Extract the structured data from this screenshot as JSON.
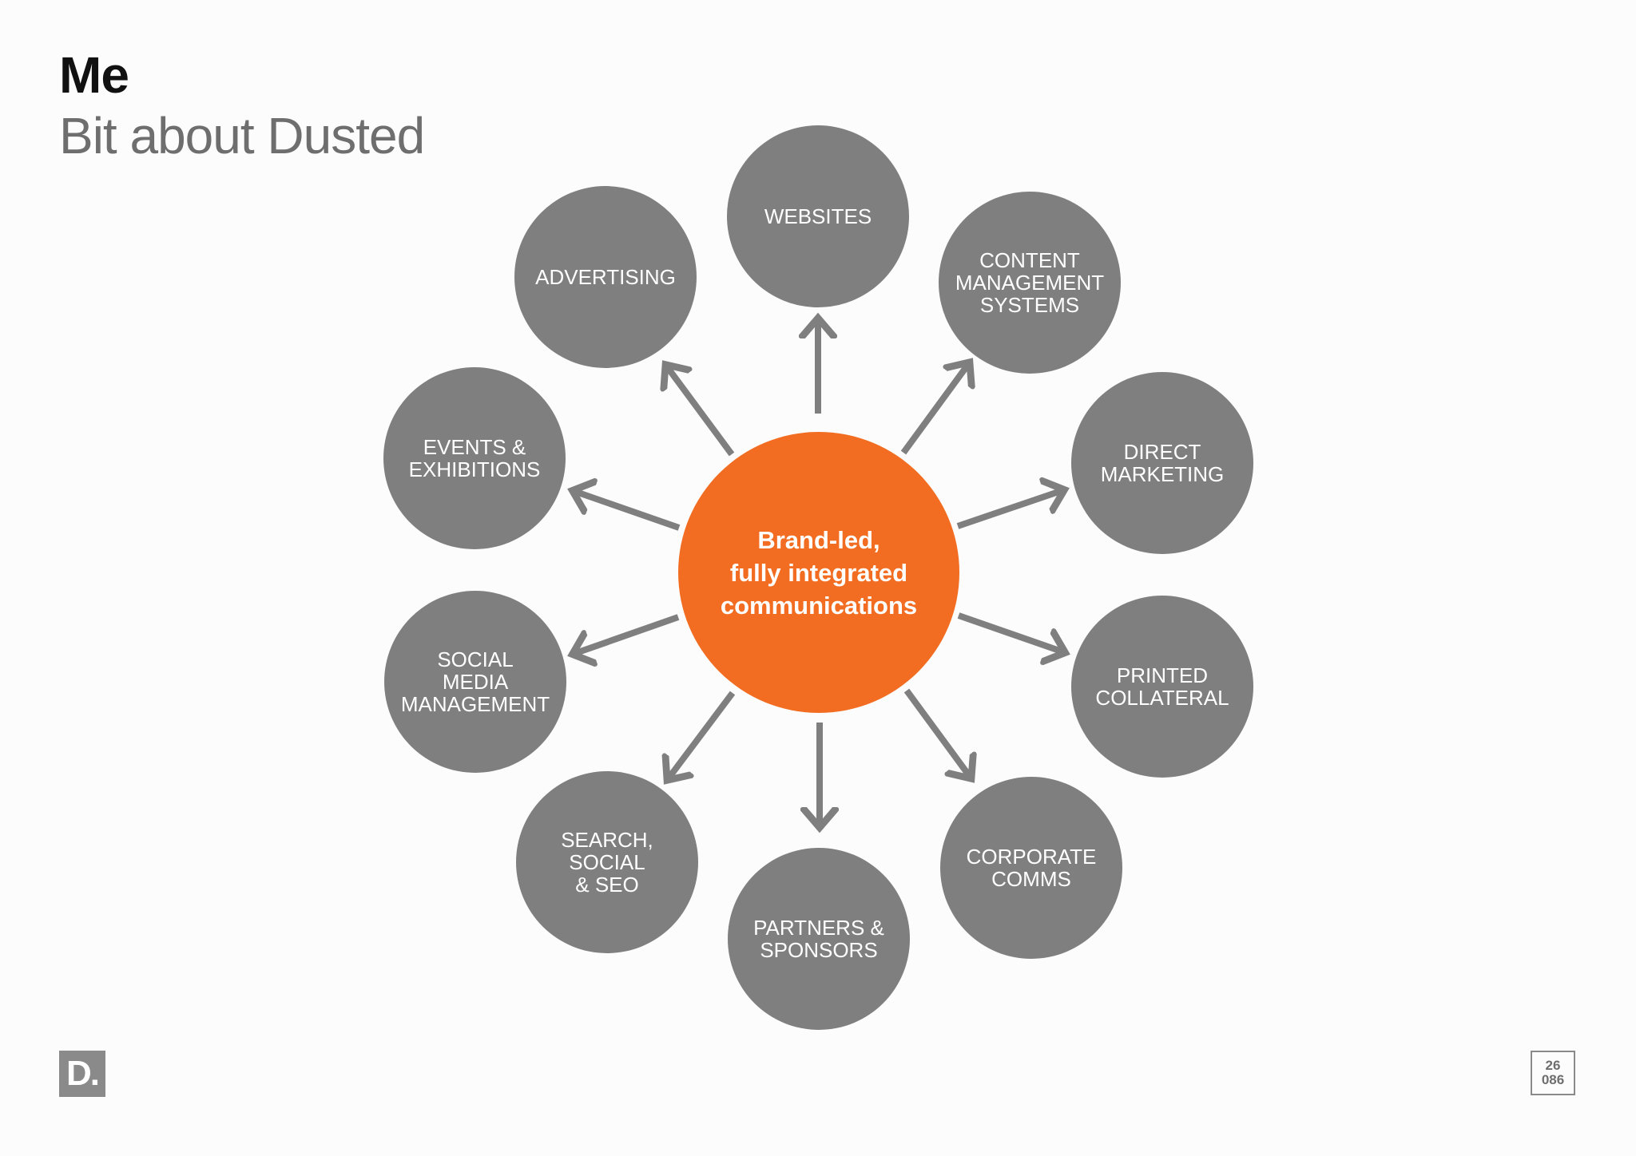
{
  "header": {
    "title": "Me",
    "subtitle": "Bit about Dusted"
  },
  "diagram": {
    "center_label": "Brand-led,\nfully integrated\ncommunications",
    "nodes": [
      {
        "label": "WEBSITES"
      },
      {
        "label": "CONTENT\nMANAGEMENT\nSYSTEMS"
      },
      {
        "label": "DIRECT\nMARKETING"
      },
      {
        "label": "PRINTED\nCOLLATERAL"
      },
      {
        "label": "CORPORATE\nCOMMS"
      },
      {
        "label": "PARTNERS &\nSPONSORS"
      },
      {
        "label": "SEARCH,\nSOCIAL\n& SEO"
      },
      {
        "label": "SOCIAL\nMEDIA\nMANAGEMENT"
      },
      {
        "label": "EVENTS &\nEXHIBITIONS"
      },
      {
        "label": "ADVERTISING"
      }
    ],
    "colors": {
      "center": "#f26d21",
      "node": "#807f80",
      "arrow": "#7f7f80"
    }
  },
  "footer": {
    "logo_text": "D.",
    "page_line1": "26",
    "page_line2": "086"
  }
}
